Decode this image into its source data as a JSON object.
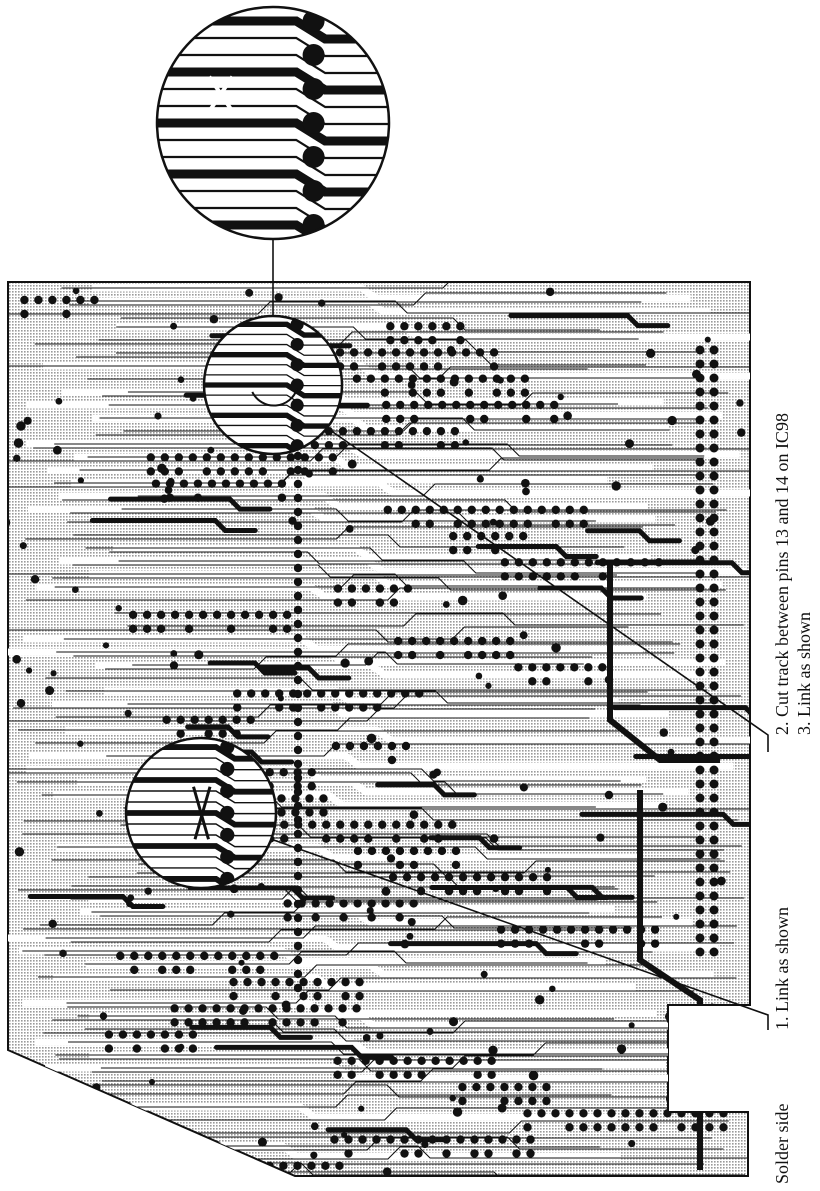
{
  "figure": {
    "side_label": "Solder side",
    "annotations": [
      {
        "number": "1.",
        "text": "Link as shown"
      },
      {
        "number": "2.",
        "text": "Cut track between pins 13 and 14 on IC98"
      },
      {
        "number": "3.",
        "text": "Link as shown"
      }
    ]
  },
  "colors": {
    "copper": "#111111",
    "substrate": "#dedede",
    "paper": "#ffffff",
    "outline": "#111111"
  }
}
